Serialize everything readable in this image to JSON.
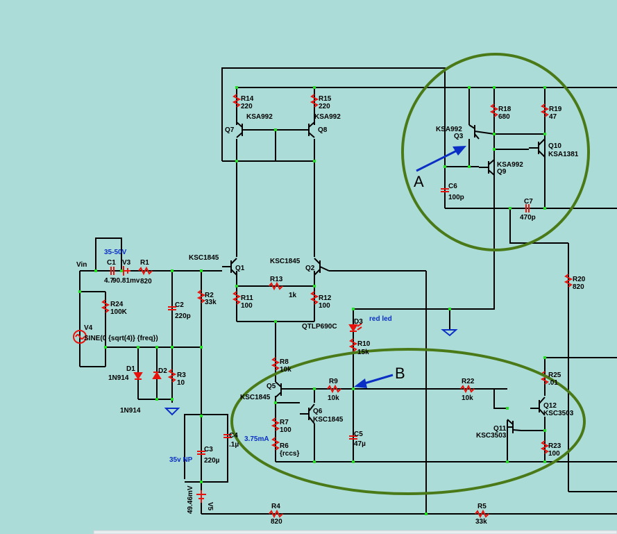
{
  "colors": {
    "background": "#acdcd8",
    "wire": "#000000",
    "component": "#e8120c",
    "node": "#22e022",
    "annotation_circle": "#4a7a18",
    "arrow": "#0b2fc4",
    "blue_text": "#0b2fc4"
  },
  "labels": {
    "vin": "Vin",
    "v3_note": "35-50V",
    "v3": "V3",
    "v3_val": "90.81mv",
    "c1": "C1",
    "c1_val": "4.7",
    "r1": "R1",
    "r1_val": "820",
    "r24": "R24",
    "r24_val": "100K",
    "v4": "V4",
    "v4_val": "SINE(0 {sqrt(4)} {freq})",
    "c2": "C2",
    "c2_val": "220p",
    "r2": "R2",
    "r2_val": "33k",
    "d1": "D1",
    "d1_val": "1N914",
    "d2": "D2",
    "d2_val": "1N914",
    "r3": "R3",
    "r3_val": "10",
    "c3": "C3",
    "c3_val": "220µ",
    "c3_note": "35v NP",
    "c4": "C4",
    "c4_val": ".1µ",
    "v5": "V5",
    "v5_val": "49.46mV",
    "r4": "R4",
    "r4_val": "820",
    "r5": "R5",
    "r5_val": "33k",
    "r14": "R14",
    "r14_val": "220",
    "r15": "R15",
    "r15_val": "220",
    "q7": "Q7",
    "q7_type": "KSA992",
    "q8": "Q8",
    "q8_type": "KSA992",
    "q1": "Q1",
    "q1_type": "KSC1845",
    "q2": "Q2",
    "q2_type": "KSC1845",
    "r13": "R13",
    "r13_val": "1k",
    "r11": "R11",
    "r11_val": "100",
    "r12": "R12",
    "r12_val": "100",
    "d3": "D3",
    "d3_val": "QTLP690C",
    "d3_note": "red led",
    "r10": "R10",
    "r10_val": "15k",
    "r8": "R8",
    "r8_val": "10k",
    "q5": "Q5",
    "q5_type": "KSC1845",
    "q6": "Q6",
    "q6_type": "KSC1845",
    "r9": "R9",
    "r9_val": "10k",
    "r7": "R7",
    "r7_val": "100",
    "r6": "R6",
    "r6_val": "{rccs}",
    "current_note": "3.75mA",
    "c5": "C5",
    "c5_val": "47µ",
    "r22": "R22",
    "r22_val": "10k",
    "r25": "R25",
    "r25_val": ".01",
    "q12": "Q12",
    "q12_type": "KSC3503",
    "q11": "Q11",
    "q11_type": "KSC3503",
    "r23": "R23",
    "r23_val": "100",
    "r18": "R18",
    "r18_val": "680",
    "r19": "R19",
    "r19_val": "47",
    "q3": "Q3",
    "q3_type": "KSA992",
    "q9": "Q9",
    "q9_type": "KSA992",
    "q10": "Q10",
    "q10_type": "KSA1381",
    "c6": "C6",
    "c6_val": "100p",
    "c7": "C7",
    "c7_val": "470p",
    "r20": "R20",
    "r20_val": "820",
    "callout_a": "A",
    "callout_b": "B"
  }
}
